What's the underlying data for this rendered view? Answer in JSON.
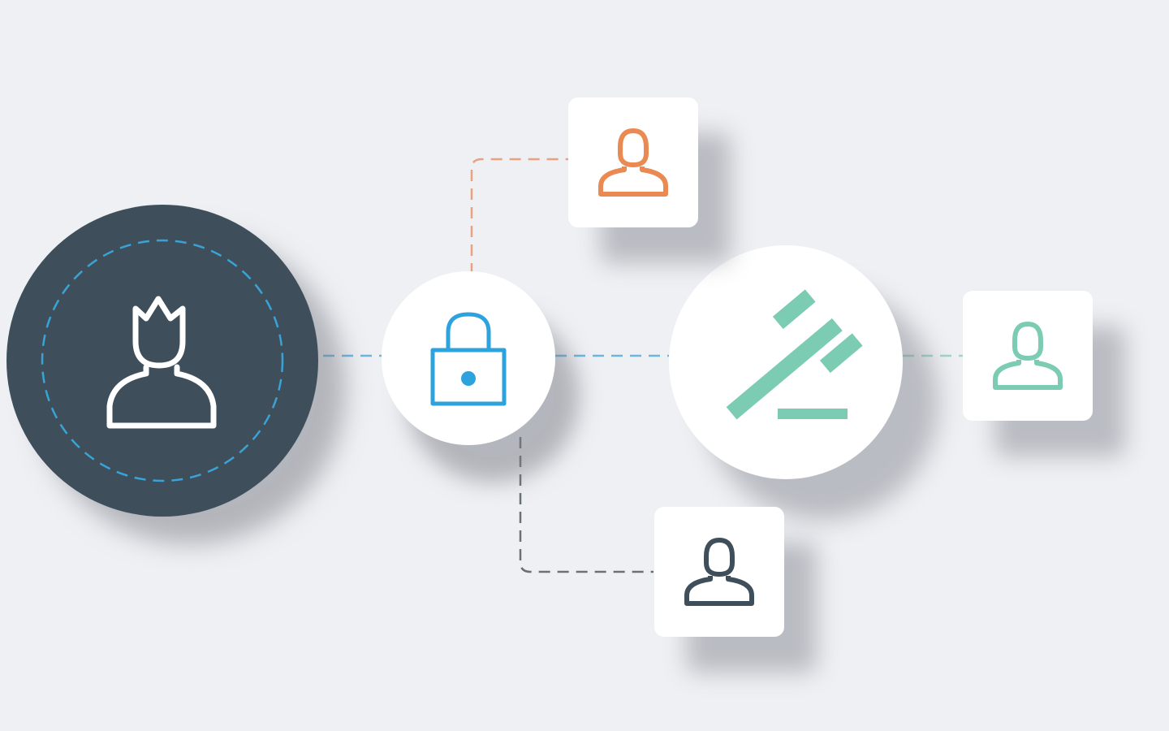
{
  "diagram": {
    "colors": {
      "background": "#eff0f4",
      "owner_circle": "#3e4f5b",
      "owner_ring": "#3aa3d6",
      "owner_link": "#6bb6df",
      "lock": "#2ca3dd",
      "gavel": "#7ccbb3",
      "member_orange": "#ea8a52",
      "member_teal": "#7ccbb3",
      "member_dark": "#3e4f5b",
      "link_orange": "#eaa17f",
      "link_dark": "#6b7076",
      "link_teal": "#9fd6c6"
    },
    "nodes": {
      "owner": {
        "icon": "crowned-user-icon"
      },
      "lock": {
        "icon": "lock-icon"
      },
      "gavel": {
        "icon": "gavel-icon"
      },
      "member_top": {
        "icon": "user-icon",
        "color": "orange"
      },
      "member_right": {
        "icon": "user-icon",
        "color": "teal"
      },
      "member_bottom": {
        "icon": "user-icon",
        "color": "dark"
      }
    },
    "connections": [
      {
        "from": "owner",
        "to": "lock",
        "style": "dashed"
      },
      {
        "from": "lock",
        "to": "gavel",
        "style": "dashed"
      },
      {
        "from": "gavel",
        "to": "member_right",
        "style": "dashed"
      },
      {
        "from": "lock",
        "to": "member_top",
        "style": "dashed"
      },
      {
        "from": "lock",
        "to": "member_bottom",
        "style": "dashed"
      }
    ]
  }
}
